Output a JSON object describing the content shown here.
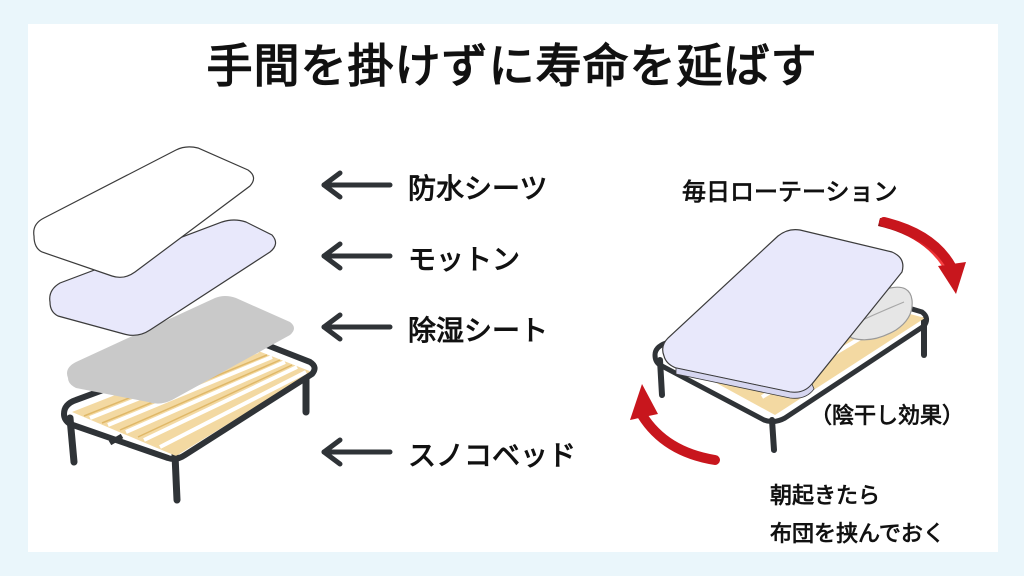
{
  "title": "手間を掛けずに寿命を延ばす",
  "layers": [
    {
      "label": "防水シーツ",
      "icon": "arrow-left-icon"
    },
    {
      "label": "モットン",
      "icon": "arrow-left-icon"
    },
    {
      "label": "除湿シート",
      "icon": "arrow-left-icon"
    },
    {
      "label": "スノコベッド",
      "icon": "arrow-left-icon"
    }
  ],
  "rotation_label": "毎日ローテーション",
  "shade_dry_label": "（陰干し効果）",
  "morning_line1": "朝起きたら",
  "morning_line2": "布団を挟んでおく",
  "colors": {
    "arrow_red": "#c8161d",
    "slat_wood": "#f3d9a2",
    "frame_dark": "#2f3337",
    "mattress_blue": "#e8e8fb",
    "sheet_gray": "#c9c9c9"
  }
}
